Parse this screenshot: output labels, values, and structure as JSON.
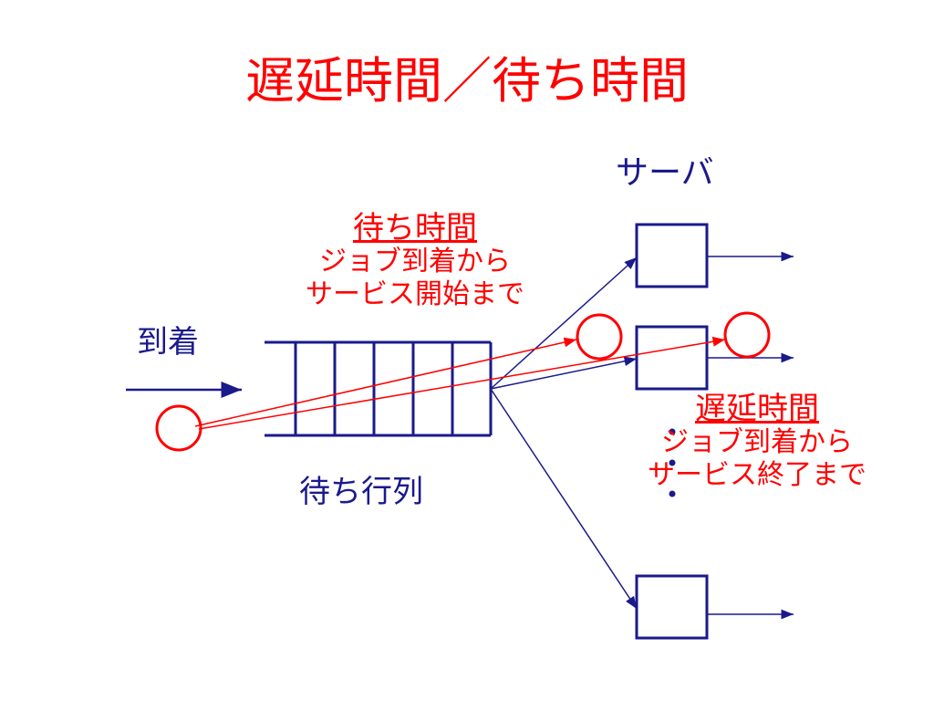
{
  "title": "遅延時間／待ち時間",
  "labels": {
    "server": "サーバ",
    "arrival": "到着",
    "queue": "待ち行列"
  },
  "wait_time": {
    "heading": "待ち時間",
    "lines": [
      "ジョブ到着から",
      "サービス開始まで"
    ]
  },
  "delay_time": {
    "heading": "遅延時間",
    "lines": [
      "ジョブ到着から",
      "サービス終了まで"
    ]
  },
  "colors": {
    "title": "#ff0000",
    "diagram_blue": "#1a1a8c",
    "highlight_red": "#ff0000"
  }
}
